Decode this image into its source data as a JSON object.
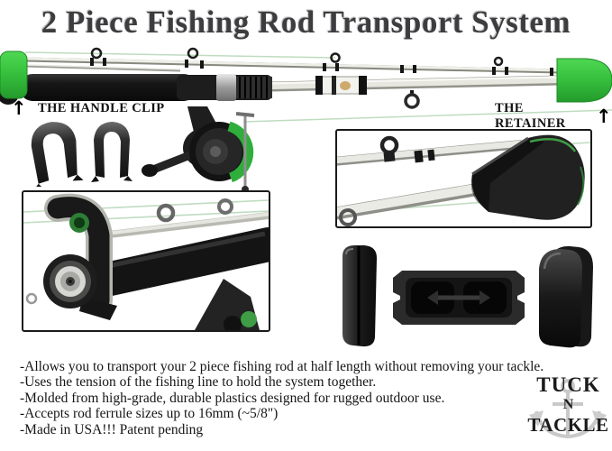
{
  "title": "2 Piece Fishing Rod Transport System",
  "annotations": {
    "handle_clip_label": "THE HANDLE CLIP",
    "retainer_label": "THE RETAINER",
    "up_arrow": "↑"
  },
  "features": [
    "-Allows you to transport your 2 piece fishing rod at half length without removing your tackle.",
    "-Uses the tension of the fishing line to hold the system together.",
    "-Molded from high-grade, durable plastics designed for rugged outdoor use.",
    "-Accepts rod ferrule sizes up to 16mm (~5/8\")",
    "-Made in USA!!!  Patent pending"
  ],
  "brand": {
    "word1": "TUCK",
    "word2": "N",
    "word3": "TACKLE"
  },
  "colors": {
    "accent_green": "#3cc341",
    "accent_green_dark": "#2a9a31",
    "fishing_line_green": "#bfdcbf",
    "plastic_black": "#1c1c1c",
    "title_gray": "#3d3c3f",
    "anchor_gray": "#c9c9c9"
  }
}
